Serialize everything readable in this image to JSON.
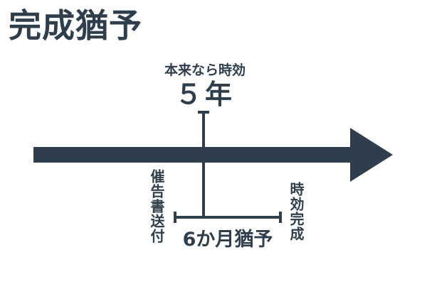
{
  "title": "完成猶予",
  "normal_label": "本来なら時効",
  "normal_years": "５年",
  "left_event": "催告書送付",
  "right_event": "時効完成",
  "grace_label": "6か月猶予",
  "colors": {
    "primary": "#2f3e4c",
    "background": "#ffffff"
  }
}
